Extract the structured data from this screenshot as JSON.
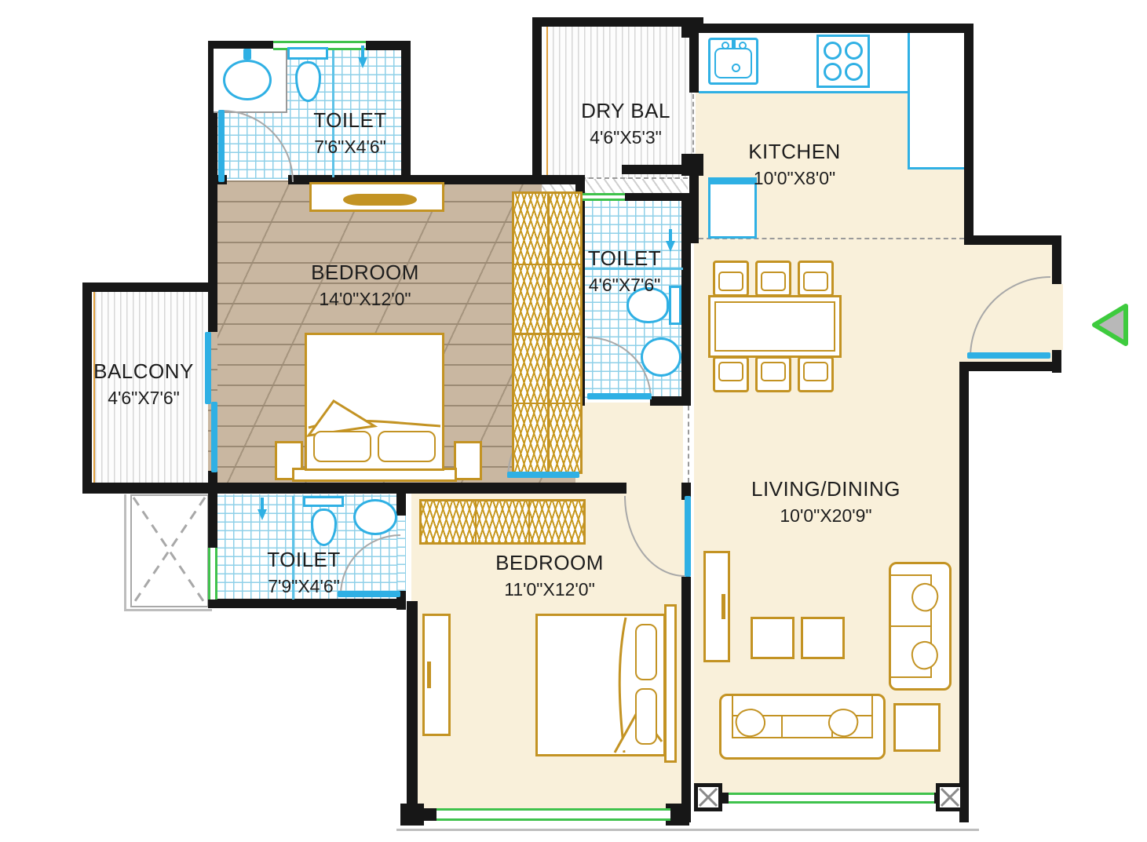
{
  "rooms": {
    "toilet_top_left": {
      "label": "TOILET",
      "dims": "7'6\"X4'6\""
    },
    "dry_balcony": {
      "label": "DRY BAL",
      "dims": "4'6\"X5'3\""
    },
    "kitchen": {
      "label": "KITCHEN",
      "dims": "10'0\"X8'0\""
    },
    "bedroom_master": {
      "label": "BEDROOM",
      "dims": "14'0\"X12'0\""
    },
    "toilet_middle": {
      "label": "TOILET",
      "dims": "4'6\"X7'6\""
    },
    "balcony": {
      "label": "BALCONY",
      "dims": "4'6\"X7'6\""
    },
    "toilet_bottom_left": {
      "label": "TOILET",
      "dims": "7'9\"X4'6\""
    },
    "bedroom_second": {
      "label": "BEDROOM",
      "dims": "11'0\"X12'0\""
    },
    "living_dining": {
      "label": "LIVING/DINING",
      "dims": "10'0\"X20'9\""
    }
  },
  "fixtures": [
    "kitchen-sink",
    "gas-stove",
    "refrigerator",
    "dining-table",
    "dining-chair",
    "sofa-three-seater",
    "sofa-two-seater",
    "coffee-table",
    "side-table",
    "tv-unit",
    "double-bed",
    "wardrobe",
    "washbasin",
    "wc",
    "shower",
    "entry-arrow",
    "column-marker",
    "door-swing",
    "window",
    "sliding-door"
  ],
  "colors": {
    "wall": "#171717",
    "sanitary_cyan": "#2fb0e4",
    "furniture_gold": "#c39323",
    "window_green": "#3fc24c",
    "floor_cream": "#f9f0da",
    "wood_floor": "#c9b7a1",
    "tile_line": "#8fd0e8",
    "railing_orange": "#e2a13e",
    "arrow_fill": "#b8b8b8",
    "arrow_stroke": "#3ecb3e"
  }
}
